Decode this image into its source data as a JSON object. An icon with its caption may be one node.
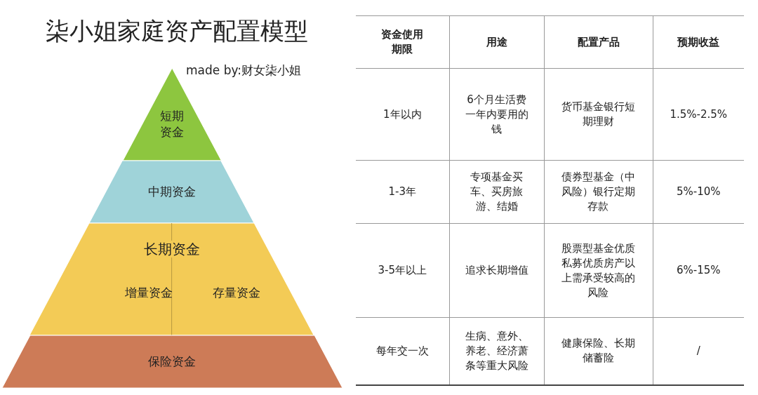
{
  "diagram": {
    "title": "柒小姐家庭资产配置模型",
    "nodes": [
      {
        "text": [
          "短期资金"
        ]
      },
      {
        "text": [
          "中期资金"
        ]
      },
      {
        "text": [
          "长期资金"
        ]
      },
      {
        "text": [
          "增量资金"
        ],
        "in": 2
      },
      {
        "text": [
          "存量资金"
        ],
        "in": 2
      },
      {
        "text": [
          "保险资金"
        ]
      }
    ],
    "labels": [
      "made by:财女柒小姐",
      "资金使用期限",
      "用途",
      "配置产品",
      "预期收益",
      "1年以内",
      "6个月生活费一年内要用的钱",
      "货币基金银行短期理财",
      "1.5%-2.5%",
      "1-3年",
      "专项基金买车、买房旅游、结婚",
      "债券型基金（中风险）银行定期存款",
      "5%-10%",
      "3-5年以上",
      "追求长期增值",
      "股票型基金优质私募优质房产以上需承受较高的风险",
      "6%-15%",
      "每年交一次",
      "生病、意外、养老、经济萧条等重大风险",
      "健康保险、长期储蓄险",
      "/"
    ]
  }
}
